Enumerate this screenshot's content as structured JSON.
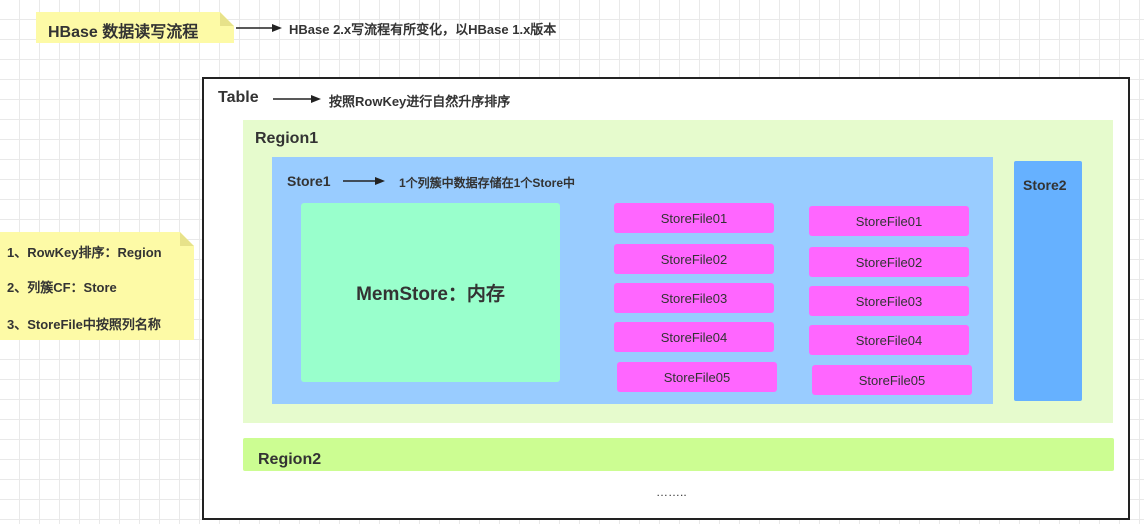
{
  "title_note": {
    "text": "HBase 数据读写流程"
  },
  "title_comment": "HBase 2.x写流程有所变化，以HBase 1.x版本",
  "side_note": {
    "items": [
      "1、RowKey排序：Region",
      "2、列簇CF：Store",
      "3、StoreFile中按照列名称"
    ]
  },
  "table": {
    "label": "Table",
    "comment": "按照RowKey进行自然升序排序",
    "ellipsis": "……..",
    "region1": {
      "label": "Region1",
      "store1": {
        "label": "Store1",
        "comment": "1个列簇中数据存储在1个Store中",
        "memstore": "MemStore：内存",
        "storefiles_col1": [
          "StoreFile01",
          "StoreFile02",
          "StoreFile03",
          "StoreFile04",
          "StoreFile05"
        ],
        "storefiles_col2": [
          "StoreFile01",
          "StoreFile02",
          "StoreFile03",
          "StoreFile04",
          "StoreFile05"
        ]
      },
      "store2": {
        "label": "Store2"
      }
    },
    "region2": {
      "label": "Region2"
    }
  },
  "colors": {
    "note": "#fdfaa6",
    "region1": "#e6fbcd",
    "region2": "#ccfd92",
    "store1": "#99ccff",
    "store2": "#66b1ff",
    "memstore": "#99ffcc",
    "storefile": "#ff66ff"
  }
}
